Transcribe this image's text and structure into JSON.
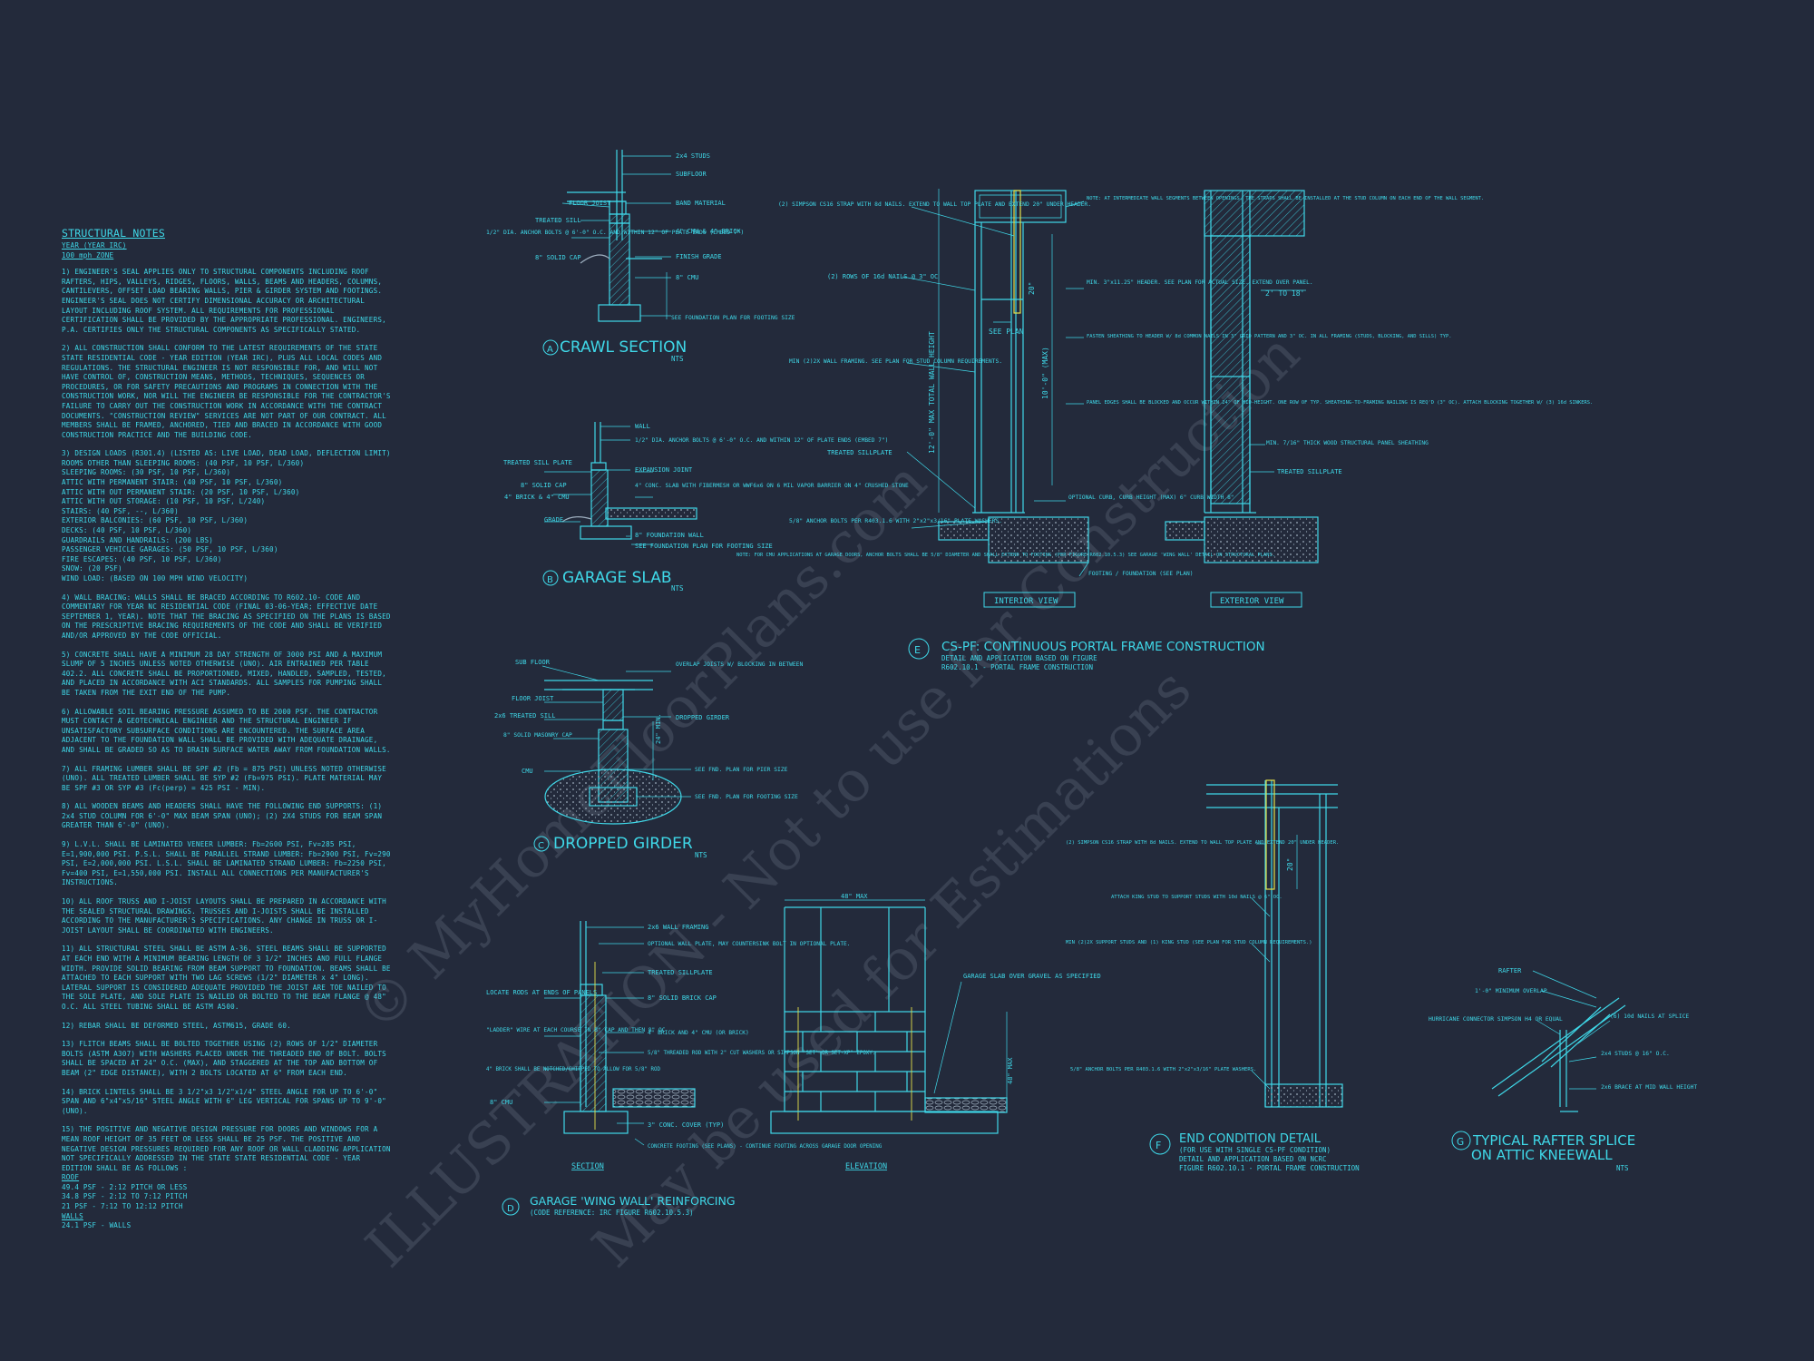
{
  "notes": {
    "title": "STRUCTURAL NOTES",
    "year": "YEAR (YEAR IRC)",
    "zone": "100 mph ZONE",
    "paras": [
      "1) ENGINEER'S SEAL APPLIES ONLY TO STRUCTURAL COMPONENTS INCLUDING ROOF RAFTERS, HIPS, VALLEYS, RIDGES, FLOORS, WALLS, BEAMS AND HEADERS, COLUMNS, CANTILEVERS, OFFSET LOAD BEARING WALLS, PIER & GIRDER SYSTEM AND FOOTINGS. ENGINEER'S SEAL DOES NOT CERTIFY DIMENSIONAL ACCURACY OR ARCHITECTURAL LAYOUT INCLUDING ROOF SYSTEM. ALL REQUIREMENTS FOR PROFESSIONAL CERTIFICATION SHALL BE PROVIDED BY THE APPROPRIATE PROFESSIONAL. ENGINEERS, P.A. CERTIFIES ONLY THE STRUCTURAL COMPONENTS AS SPECIFICALLY STATED.",
      "2) ALL CONSTRUCTION SHALL CONFORM TO THE LATEST REQUIREMENTS OF THE STATE STATE RESIDENTIAL CODE - YEAR EDITION (YEAR IRC), PLUS ALL LOCAL CODES AND REGULATIONS. THE STRUCTURAL ENGINEER IS NOT RESPONSIBLE FOR, AND WILL NOT HAVE CONTROL OF, CONSTRUCTION MEANS, METHODS, TECHNIQUES, SEQUENCES OR PROCEDURES, OR FOR SAFETY PRECAUTIONS AND PROGRAMS IN CONNECTION WITH THE CONSTRUCTION WORK, NOR WILL THE ENGINEER BE RESPONSIBLE FOR THE CONTRACTOR'S FAILURE TO CARRY OUT THE CONSTRUCTION WORK IN ACCORDANCE WITH THE CONTRACT DOCUMENTS. \"CONSTRUCTION REVIEW\" SERVICES ARE NOT PART OF OUR CONTRACT. ALL MEMBERS SHALL BE FRAMED, ANCHORED, TIED AND BRACED IN ACCORDANCE WITH GOOD CONSTRUCTION PRACTICE AND THE BUILDING CODE.",
      "4) WALL BRACING: WALLS SHALL BE BRACED ACCORDING TO R602.10- CODE AND COMMENTARY FOR YEAR NC RESIDENTIAL CODE (FINAL 03-06-YEAR; EFFECTIVE DATE SEPTEMBER 1, YEAR). NOTE THAT THE BRACING AS SPECIFIED ON THE PLANS IS BASED ON THE PRESCRIPTIVE BRACING REQUIREMENTS OF THE CODE AND SHALL BE VERIFIED AND/OR APPROVED BY THE CODE OFFICIAL.",
      "5) CONCRETE SHALL HAVE A MINIMUM 28 DAY STRENGTH OF 3000 PSI AND A MAXIMUM SLUMP OF 5 INCHES UNLESS NOTED OTHERWISE (UNO). AIR ENTRAINED PER TABLE 402.2. ALL CONCRETE SHALL BE PROPORTIONED, MIXED, HANDLED, SAMPLED, TESTED, AND PLACED IN ACCORDANCE WITH ACI STANDARDS. ALL SAMPLES FOR PUMPING SHALL BE TAKEN FROM THE EXIT END OF THE PUMP.",
      "6) ALLOWABLE SOIL BEARING PRESSURE ASSUMED TO BE 2000 PSF. THE CONTRACTOR MUST CONTACT A GEOTECHNICAL ENGINEER AND THE STRUCTURAL ENGINEER IF UNSATISFACTORY SUBSURFACE CONDITIONS ARE ENCOUNTERED. THE SURFACE AREA ADJACENT TO THE FOUNDATION WALL SHALL BE PROVIDED WITH ADEQUATE DRAINAGE, AND SHALL BE GRADED SO AS TO DRAIN SURFACE WATER AWAY FROM FOUNDATION WALLS.",
      "7) ALL FRAMING LUMBER SHALL BE SPF #2 (Fb = 875 PSI) UNLESS NOTED OTHERWISE (UNO). ALL TREATED LUMBER SHALL BE SYP #2 (Fb=975 PSI). PLATE MATERIAL MAY BE SPF #3 OR SYP #3 (Fc(perp) = 425 PSI - MIN).",
      "8) ALL WOODEN BEAMS AND HEADERS SHALL HAVE THE FOLLOWING END SUPPORTS: (1) 2x4 STUD COLUMN FOR 6'-0\" MAX BEAM SPAN (UNO); (2) 2X4 STUDS FOR BEAM SPAN GREATER THAN 6'-0\" (UNO).",
      "9) L.V.L. SHALL BE LAMINATED VENEER LUMBER: Fb=2600 PSI, Fv=285 PSI, E=1,900,000 PSI. P.S.L. SHALL BE PARALLEL STRAND LUMBER: Fb=2900 PSI, Fv=290 PSI, E=2,000,000 PSI. L.S.L. SHALL BE LAMINATED STRAND LUMBER: Fb=2250 PSI, Fv=400 PSI, E=1,550,000 PSI. INSTALL ALL CONNECTIONS PER MANUFACTURER'S INSTRUCTIONS.",
      "10) ALL ROOF TRUSS AND I-JOIST LAYOUTS SHALL BE PREPARED IN ACCORDANCE WITH THE SEALED STRUCTURAL DRAWINGS. TRUSSES AND I-JOISTS SHALL BE INSTALLED ACCORDING TO THE MANUFACTURER'S SPECIFICATIONS. ANY CHANGE IN TRUSS OR I-JOIST LAYOUT SHALL BE COORDINATED WITH ENGINEERS.",
      "11) ALL STRUCTURAL STEEL SHALL BE ASTM A-36. STEEL BEAMS SHALL BE SUPPORTED AT EACH END WITH A MINIMUM BEARING LENGTH OF 3 1/2\" INCHES AND FULL FLANGE WIDTH. PROVIDE SOLID BEARING FROM BEAM SUPPORT TO FOUNDATION. BEAMS SHALL BE ATTACHED TO EACH SUPPORT WITH TWO LAG SCREWS (1/2\" DIAMETER x 4\" LONG). LATERAL SUPPORT IS CONSIDERED ADEQUATE PROVIDED THE JOIST ARE TOE NAILED TO THE SOLE PLATE, AND SOLE PLATE IS NAILED OR BOLTED TO THE BEAM FLANGE @ 48\" O.C. ALL STEEL TUBING SHALL BE ASTM A500.",
      "12) REBAR SHALL BE DEFORMED STEEL, ASTM615, GRADE 60.",
      "13) FLITCH BEAMS SHALL BE BOLTED TOGETHER USING (2) ROWS OF 1/2\" DIAMETER BOLTS (ASTM A307) WITH WASHERS PLACED UNDER THE THREADED END OF BOLT. BOLTS SHALL BE SPACED AT 24\" O.C. (MAX), AND STAGGERED AT THE TOP AND BOTTOM OF BEAM (2\" EDGE DISTANCE), WITH 2 BOLTS LOCATED AT 6\" FROM EACH END.",
      "14) BRICK LINTELS SHALL BE 3 1/2\"x3 1/2\"x1/4\" STEEL ANGLE FOR UP TO 6'-0\" SPAN AND 6\"x4\"x5/16\" STEEL ANGLE WITH 6\" LEG VERTICAL FOR SPANS UP TO 9'-0\" (UNO).",
      "15) THE POSITIVE AND NEGATIVE DESIGN PRESSURE FOR DOORS AND WINDOWS FOR A MEAN ROOF HEIGHT OF 35 FEET OR LESS SHALL BE 25 PSF. THE POSITIVE AND NEGATIVE DESIGN PRESSURES REQUIRED FOR ANY ROOF OR WALL CLADDING APPLICATION NOT SPECIFICALLY ADDRESSED IN THE STATE STATE RESIDENTIAL CODE - YEAR EDITION SHALL BE AS FOLLOWS :"
    ],
    "loads": "3) DESIGN LOADS (R301.4) (LISTED AS: LIVE LOAD, DEAD LOAD, DEFLECTION LIMIT)\nROOMS OTHER THAN SLEEPING ROOMS: (40 PSF, 10 PSF, L/360)\nSLEEPING ROOMS: (30 PSF, 10 PSF, L/360)\nATTIC WITH PERMANENT STAIR: (40 PSF, 10 PSF, L/360)\nATTIC WITH OUT PERMANENT STAIR: (20 PSF, 10 PSF, L/360)\nATTIC WITH OUT STORAGE: (10 PSF, 10 PSF, L/240)\nSTAIRS: (40 PSF, --, L/360)\nEXTERIOR BALCONIES: (60 PSF, 10 PSF, L/360)\nDECKS: (40 PSF, 10 PSF, L/360)\nGUARDRAILS AND HANDRAILS: (200 LBS)\nPASSENGER VEHICLE GARAGES: (50 PSF, 10 PSF, L/360)\nFIRE ESCAPES: (40 PSF, 10 PSF, L/360)\nSNOW: (20 PSF)\nWIND LOAD: (BASED ON 100 MPH WIND VELOCITY)",
    "roof_head": "ROOF",
    "roof_lines": "49.4 PSF - 2:12 PITCH OR LESS\n34.8 PSF - 2:12 TO 7:12 PITCH\n21 PSF - 7:12 TO 12:12 PITCH",
    "walls_head": "WALLS",
    "walls_line": "24.1 PSF - WALLS"
  },
  "watermark": {
    "line1": "© MyHomeFloorPlans.com",
    "line2": "ILLUSTRATION - Not to use for Construction",
    "line3": "May be used for Estimations"
  },
  "details": {
    "A": {
      "letter": "A",
      "title": "CRAWL SECTION",
      "scale": "NTS",
      "labels": [
        "2x4 STUDS",
        "SUBFLOOR",
        "FLOOR JOIST",
        "BAND MATERIAL",
        "TREATED SILL",
        "1/2\" DIA. ANCHOR BOLTS @ 6'-0\" O.C. AND WITHIN 12\" OF PLATE ENDS (EMBED 7\")",
        "8\" SOLID CAP",
        "4\" CMU & 4\" BRICK",
        "FINISH GRADE",
        "8\" CMU",
        "SEE FOUNDATION PLAN FOR FOOTING SIZE"
      ]
    },
    "B": {
      "letter": "B",
      "title": "GARAGE SLAB",
      "scale": "NTS",
      "labels": [
        "WALL",
        "1/2\" DIA. ANCHOR BOLTS @ 6'-0\" O.C. AND WITHIN 12\" OF PLATE ENDS (EMBED 7\")",
        "TREATED SILL PLATE",
        "EXPANSION JOINT",
        "8\" SOLID CAP",
        "4\" CONC. SLAB WITH FIBERMESH OR WWF6x6 ON 6 MIL VAPOR BARRIER ON 4\" CRUSHED STONE",
        "4\" BRICK & 4\" CMU",
        "GRADE",
        "8\" FOUNDATION WALL",
        "SEE FOUNDATION PLAN FOR FOOTING SIZE"
      ]
    },
    "C": {
      "letter": "C",
      "title": "DROPPED GIRDER",
      "scale": "NTS",
      "labels": [
        "SUB FLOOR",
        "OVERLAP JOISTS W/ BLOCKING IN BETWEEN",
        "FLOOR JOIST",
        "2x6 TREATED SILL",
        "DROPPED GIRDER",
        "8\" SOLID MASONRY CAP",
        "CMU",
        "SEE FND. PLAN FOR PIER SIZE",
        "SEE FND. PLAN FOR FOOTING SIZE",
        "24\" MIN."
      ]
    },
    "D": {
      "letter": "D",
      "title": "GARAGE 'WING WALL' REINFORCING",
      "sub": "(CODE REFERENCE: IRC FIGURE R602.10.5.3)",
      "labels": [
        "2x6 WALL FRAMING",
        "OPTIONAL WALL PLATE, MAY COUNTERSINK BOLT IN OPTIONAL PLATE.",
        "TREATED SILLPLATE",
        "8\" SOLID BRICK CAP",
        "LOCATE RODS AT ENDS OF PANELS",
        "\"LADDER\" WIRE AT EACH COURSE IN 8\" CAP AND THEN 8\" OC",
        "4\" BRICK AND 4\" CMU (OR BRICK)",
        "4\" BRICK SHALL BE NOTCHED/CHIPPED TO ALLOW FOR 5/8\" ROD",
        "5/8\" THREADED ROD WITH 2\" CUT WASHERS OR SIMPSON 'SET' OR SET-XP\" EPOXY.",
        "8\" CMU",
        "3\" CONC. COVER (TYP)",
        "CONCRETE FOOTING (SEE PLANS) - CONTINUE FOOTING ACROSS GARAGE DOOR OPENING",
        "GARAGE SLAB OVER GRAVEL AS SPECIFIED",
        "48\" MAX",
        "48\" MAX"
      ],
      "section": "SECTION",
      "elevation": "ELEVATION"
    },
    "E": {
      "letter": "E",
      "title": "CS-PF: CONTINUOUS PORTAL FRAME CONSTRUCTION",
      "sub1": "DETAIL AND APPLICATION BASED ON FIGURE",
      "sub2": "R602.10.1 - PORTAL FRAME CONSTRUCTION",
      "labels": [
        "(2) SIMPSON CS16 STRAP WITH 8d NAILS. EXTEND TO WALL TOP PLATE AND EXTEND 20\" UNDER HEADER.",
        "(2) ROWS OF 16d NAILS @ 3\" OC",
        "MIN (2)2X WALL FRAMING. SEE PLAN FOR STUD COLUMN REQUIREMENTS.",
        "TREATED SILLPLATE",
        "5/8\" ANCHOR BOLTS PER R403.1.6 WITH 2\"x2\"x3/16\" PLATE WASHERS.",
        "NOTE: FOR CMU APPLICATIONS AT GARAGE DOORS, ANCHOR BOLTS SHALL BE 5/8\" DIAMETER AND SHALL EXTEND TO FOOTING (PER FIGURE R602.10.5.3) SEE GARAGE 'WING WALL' DETAIL ON STRUCTURAL PLANS.",
        "NOTE: AT INTERMEDIATE WALL SEGMENTS BETWEEN OPENINGS, THE STRAPS SHALL BE INSTALLED AT THE STUD COLUMN ON EACH END OF THE WALL SEGMENT.",
        "MIN. 3\"x11.25\" HEADER. SEE PLAN FOR ACTUAL SIZE. EXTEND OVER PANEL.",
        "FASTEN SHEATHING TO HEADER W/ 8d COMMON NAILS IN 3\" GRID PATTERN AND 3\" OC. IN ALL FRAMING (STUDS, BLOCKING, AND SILLS) TYP.",
        "PANEL EDGES SHALL BE BLOCKED AND OCCUR WITHIN 24\" OF MID-HEIGHT. ONE ROW OF TYP. SHEATHING-TO-FRAMING NAILING IS REQ'D (3\" OC). ATTACH BLOCKING TOGETHER W/ (3) 16d SINKERS.",
        "OPTIONAL CURB, CURB HEIGHT (MAX) 6\" CURB WIDTH 8\"",
        "FOOTING / FOUNDATION (SEE PLAN)",
        "MIN. 7/16\" THICK WOOD STRUCTURAL PANEL SHEATHING",
        "TREATED SILLPLATE",
        "12'-0\" MAX TOTAL WALL HEIGHT",
        "10'-0\" (MAX)",
        "SEE PLAN",
        "20\"",
        "2' TO 18'"
      ],
      "interior": "INTERIOR VIEW",
      "exterior": "EXTERIOR VIEW"
    },
    "F": {
      "letter": "F",
      "title": "END CONDITION DETAIL",
      "sub1": "(FOR USE WITH SINGLE CS-PF CONDITION)",
      "sub2": "DETAIL AND APPLICATION BASED ON NCRC",
      "sub3": "FIGURE R602.10.1 - PORTAL FRAME CONSTRUCTION",
      "labels": [
        "(2) SIMPSON CS16 STRAP WITH 8d NAILS. EXTEND TO WALL TOP PLATE AND EXTEND 20\" UNDER HEADER.",
        "ATTACH KING STUD TO SUPPORT STUDS WITH 10d NAILS @ 6\" OC.",
        "MIN (2)2X SUPPORT STUDS AND (1) KING STUD (SEE PLAN FOR STUD COLUMN REQUIREMENTS.)",
        "5/8\" ANCHOR BOLTS PER R403.1.6 WITH 2\"x2\"x3/16\" PLATE WASHERS.",
        "20\""
      ]
    },
    "G": {
      "letter": "G",
      "title1": "TYPICAL RAFTER SPLICE",
      "title2": "ON ATTIC KNEEWALL",
      "scale": "NTS",
      "labels": [
        "RAFTER",
        "1'-0\" MINIMUM OVERLAP",
        "HURRICANE CONNECTOR SIMPSON H4 OR EQUAL",
        "(6) 10d NAILS AT SPLICE",
        "2x4 STUDS @ 16\" O.C.",
        "2x6 BRACE AT MID WALL HEIGHT"
      ]
    }
  },
  "colors": {
    "background": "#232a3b",
    "lines": "#3fd8e8",
    "highlight": "#e6e24a",
    "watermark": "#8a92a6"
  }
}
